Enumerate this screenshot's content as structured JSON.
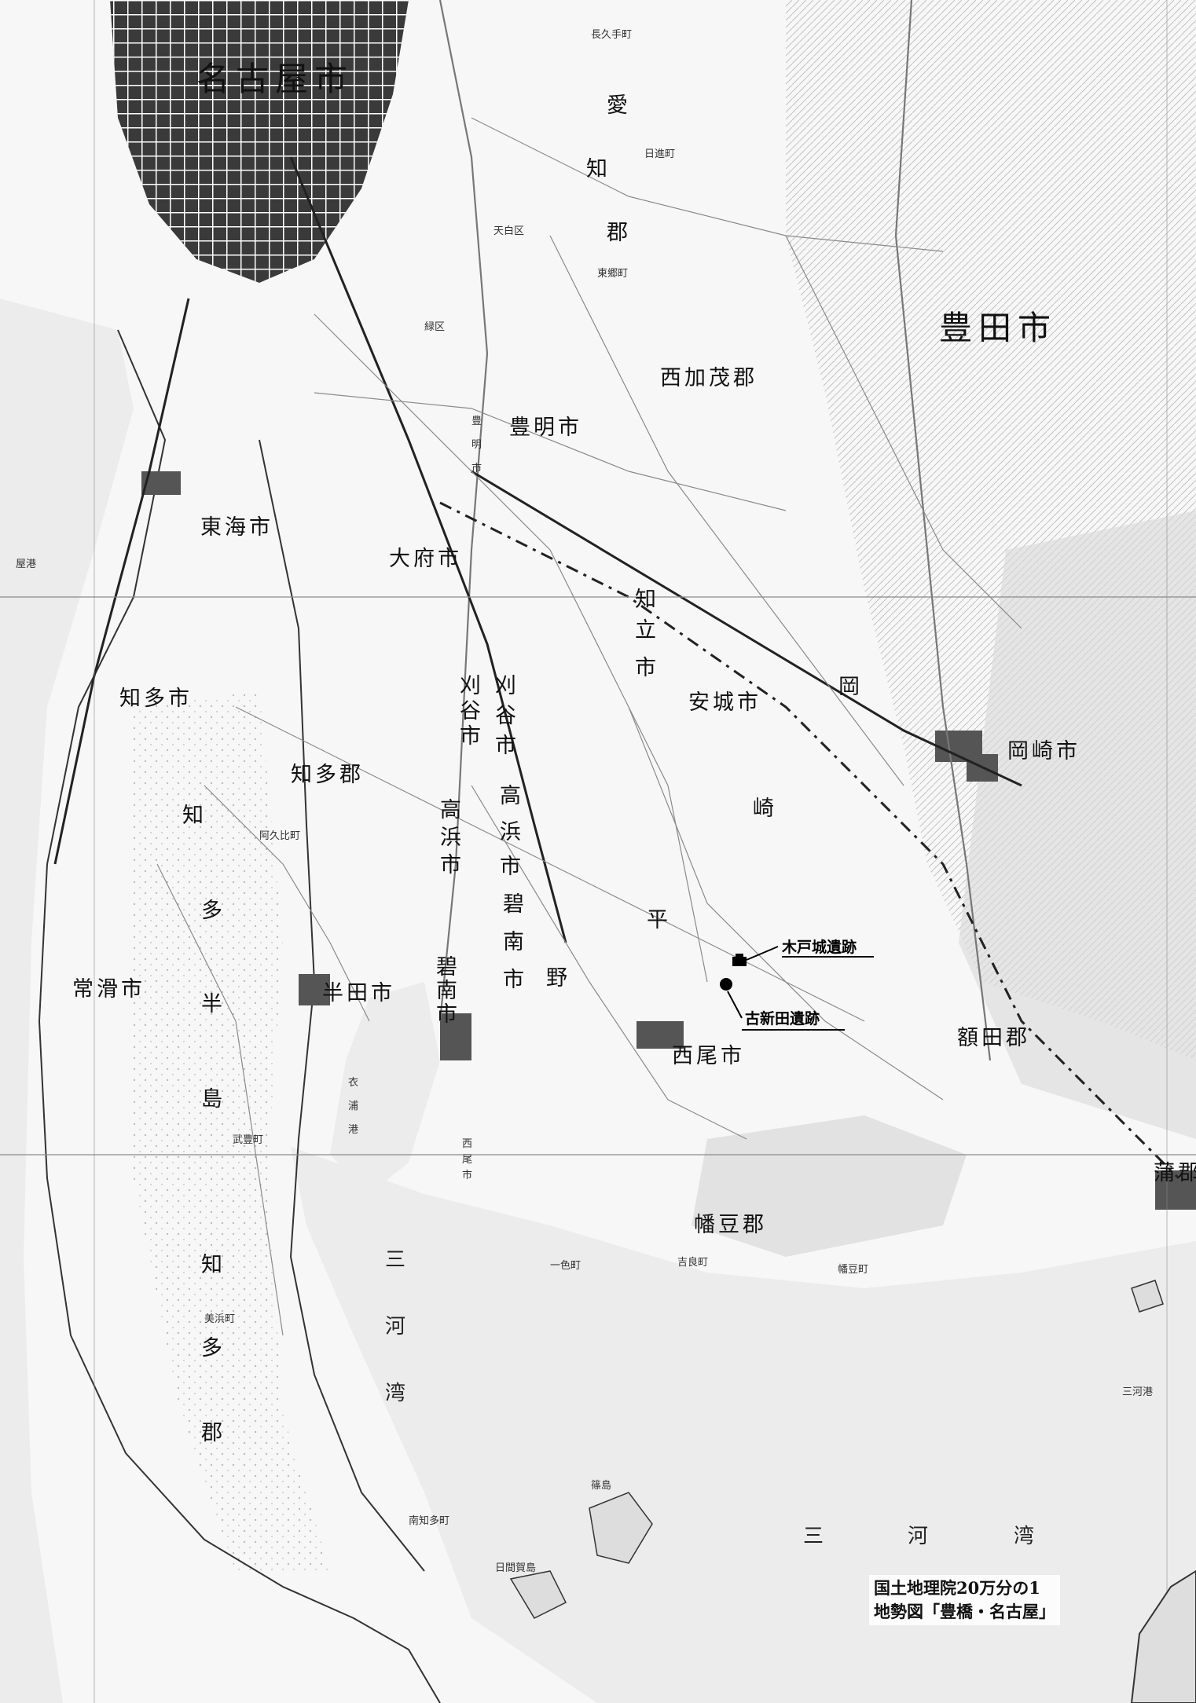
{
  "map": {
    "places": {
      "nagoya": "名古屋市",
      "toyota": "豊田市",
      "nishikamo": "西加茂郡",
      "toyoake": "豊明市",
      "tokai": "東海市",
      "obu": "大府市",
      "chiryu_a": "知",
      "chiryu_b": "立",
      "chiryu_c": "市",
      "chita_city": "知多市",
      "chita_gun": "知多郡",
      "kariya_a": "刈",
      "kariya_b": "谷",
      "kariya_c": "市",
      "anjo": "安城市",
      "okazaki": "岡崎市",
      "takahama_a": "高",
      "takahama_b": "浜",
      "takahama_c": "市",
      "hekinan_a": "碧",
      "hekinan_b": "南",
      "hekinan_c": "市",
      "tokoname": "常滑市",
      "handa": "半田市",
      "nishio": "西尾市",
      "hazu": "幡豆郡",
      "nukata": "額田郡",
      "gamagori": "蒲郡",
      "hekikai_heiya": [
        "平",
        "野"
      ],
      "chita_hanto": [
        "知",
        "多",
        "半",
        "島"
      ],
      "minami_chita": [
        "知",
        "多",
        "郡"
      ],
      "aichi_gun": [
        "愛",
        "知",
        "郡"
      ],
      "okazaki_heiya": [
        "岡",
        "崎"
      ],
      "mikawa_wan_v": [
        "三",
        "河",
        "湾"
      ],
      "mikawa_wan_h": [
        "三",
        "河",
        "湾"
      ],
      "kinuura": [
        "衣",
        "浦",
        "港"
      ],
      "mikawa_port": "三河港",
      "nagoya_port": "屋港",
      "ward_tempaku": "天白区",
      "ward_midori": "緑区",
      "togo": "東郷町",
      "nagakute": "長久手町",
      "nisshin": "日進町",
      "agui": "阿久比町",
      "taketoyo": "武豊町",
      "mihama": "美浜町",
      "minamichita": "南知多町",
      "kira": "吉良町",
      "hazu_town": "幡豆町",
      "isshiki": "一色町",
      "nishio_v": [
        "西",
        "尾",
        "市"
      ],
      "toyoake_v": [
        "豊",
        "明",
        "市"
      ],
      "shinojima": "篠島",
      "himakajima": "日間賀島"
    },
    "sites": [
      {
        "label": "木戸城遺跡",
        "marker": "castle-marker"
      },
      {
        "label": "古新田遺跡",
        "marker": "dot-marker"
      }
    ],
    "credit_lines": [
      "国土地理院20万分の1",
      "地勢図「豊橋・名古屋」"
    ],
    "colors": {
      "sea": "#ececec",
      "land": "#f7f7f7",
      "urban": "#333333",
      "hills": "#cfcfcf",
      "roads": "#555555"
    }
  }
}
